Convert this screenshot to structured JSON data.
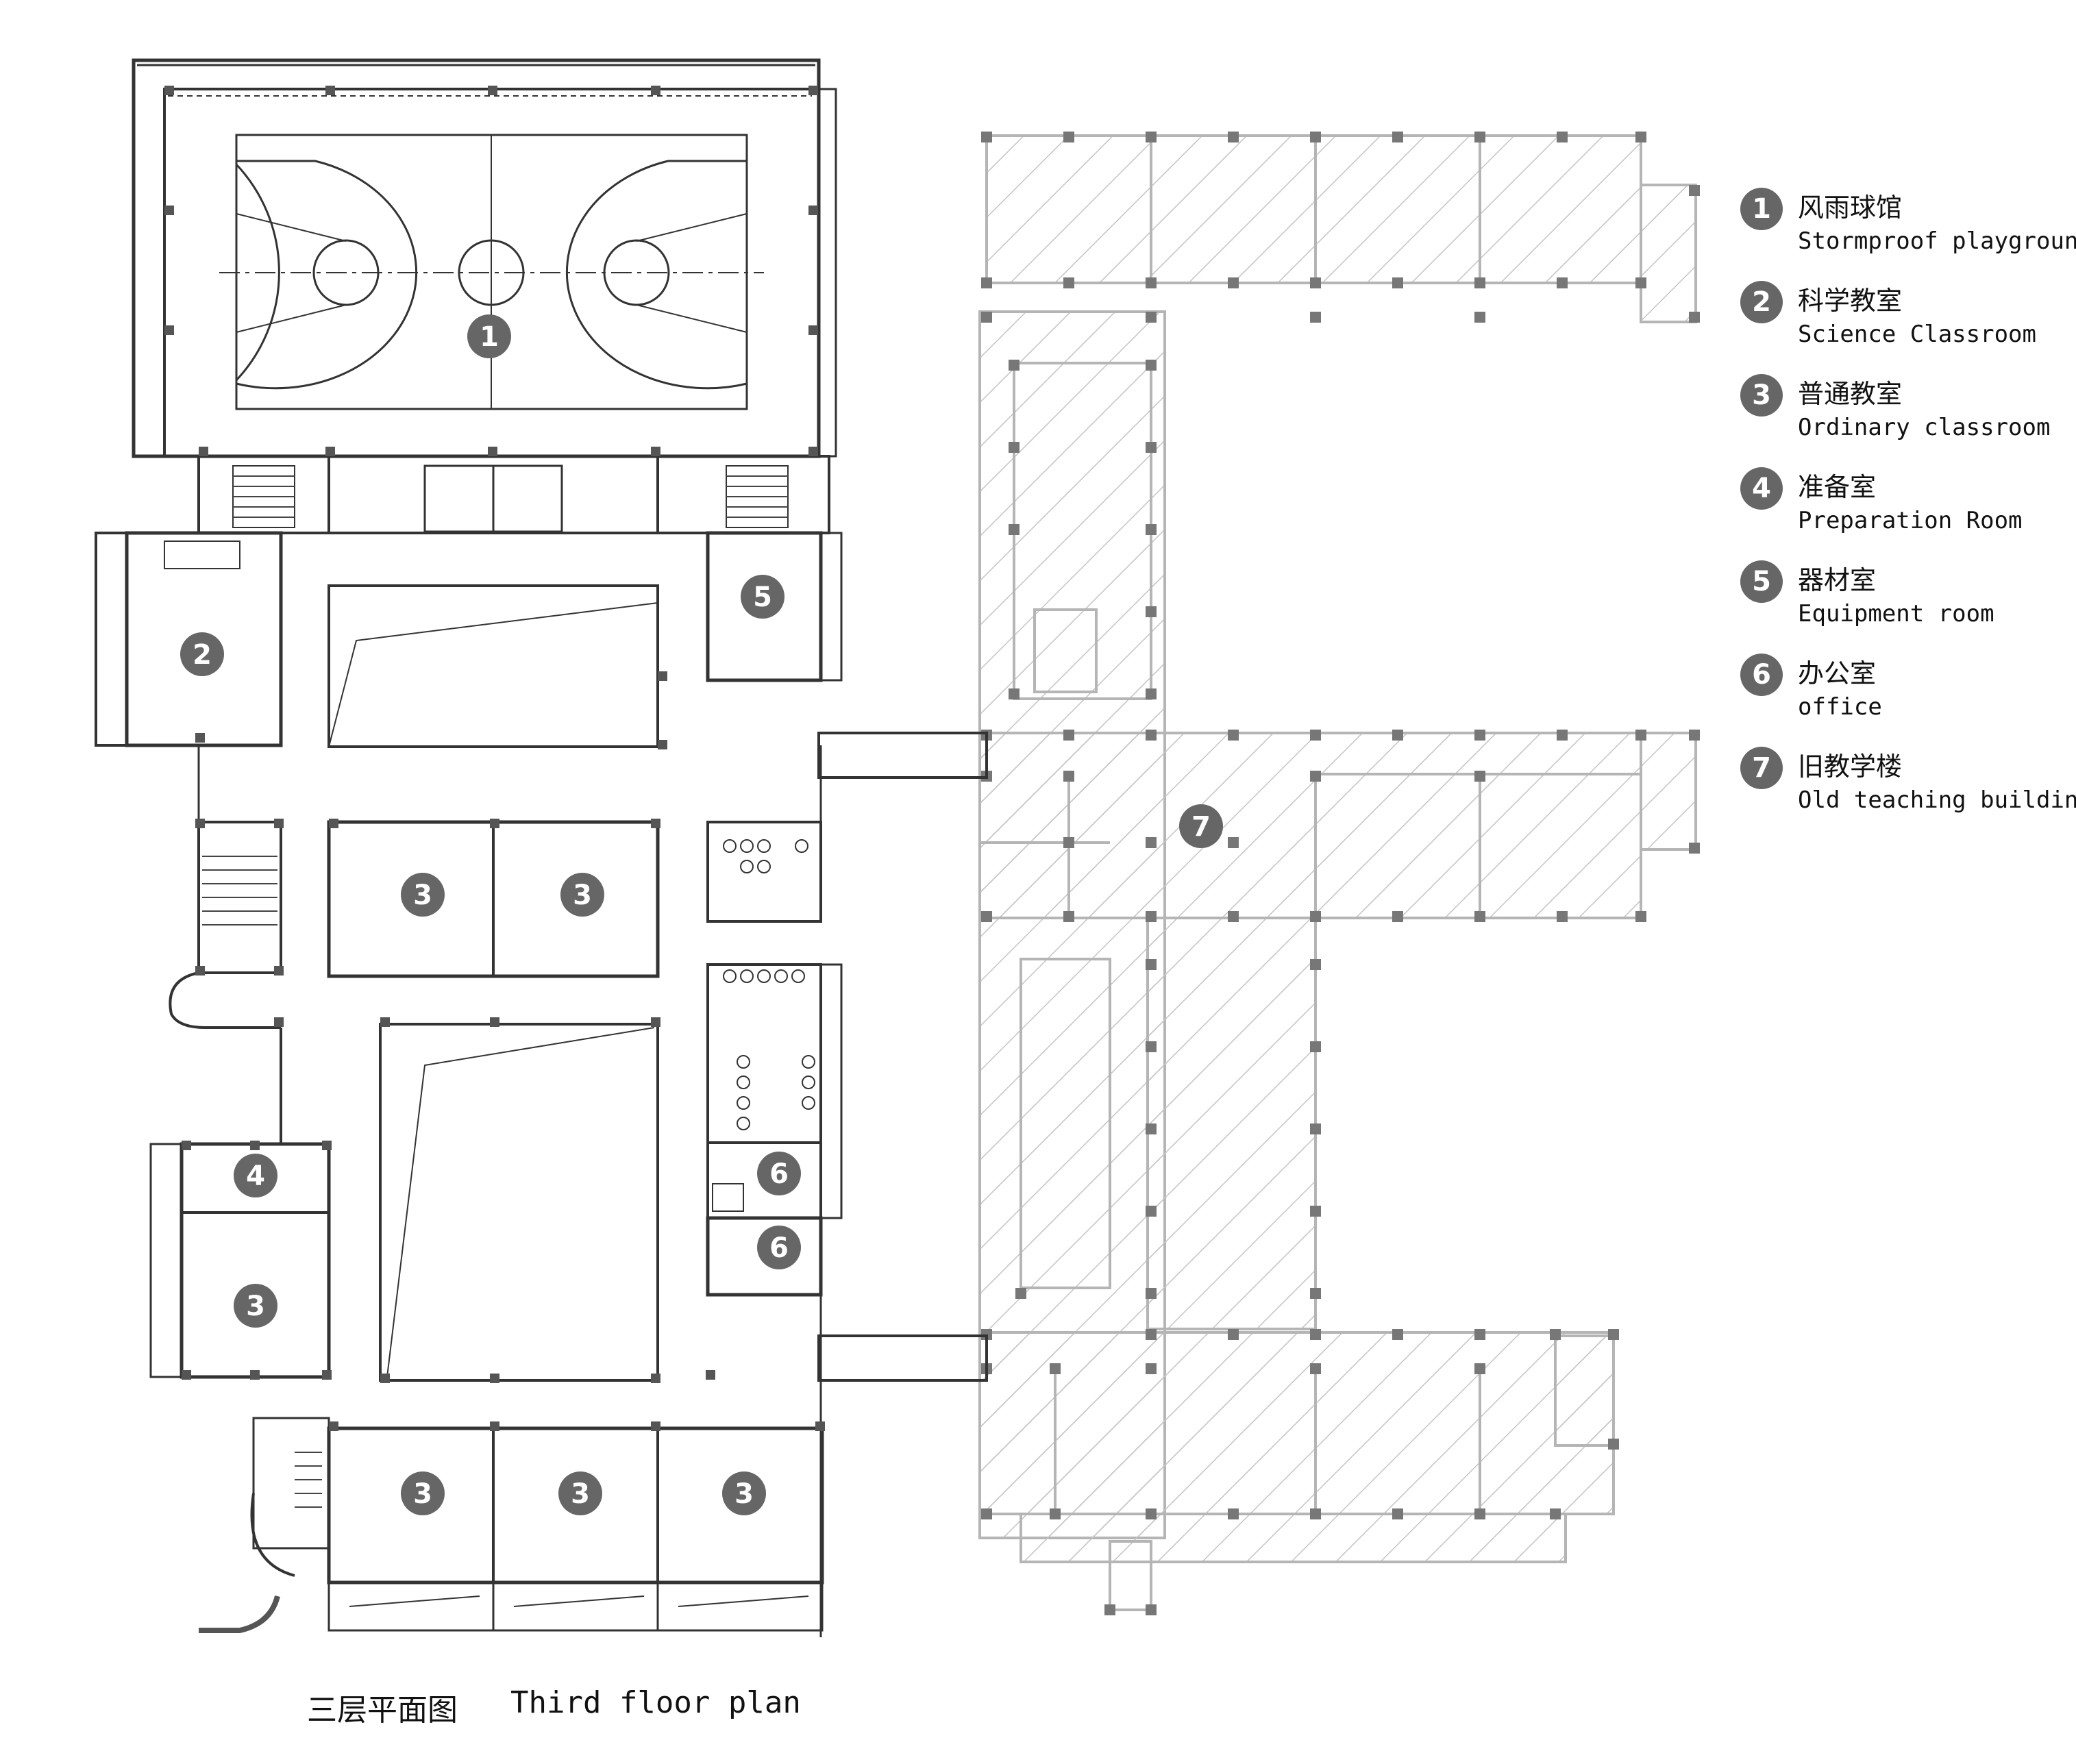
{
  "legend": [
    {
      "num": "1",
      "zh": "风雨球馆",
      "en": "Stormproof playground"
    },
    {
      "num": "2",
      "zh": "科学教室",
      "en": "Science Classroom"
    },
    {
      "num": "3",
      "zh": "普通教室",
      "en": "Ordinary classroom"
    },
    {
      "num": "4",
      "zh": "准备室",
      "en": "Preparation Room"
    },
    {
      "num": "5",
      "zh": "器材室",
      "en": "Equipment room"
    },
    {
      "num": "6",
      "zh": "办公室",
      "en": "office"
    },
    {
      "num": "7",
      "zh": "旧教学楼",
      "en": "Old teaching building"
    }
  ],
  "markers": {
    "playground": "1",
    "science": "2",
    "classroom": "3",
    "preparation": "4",
    "equipment": "5",
    "office": "6",
    "old_building": "7"
  },
  "caption": {
    "zh": "三层平面图",
    "en": "Third floor plan"
  },
  "colors": {
    "wall": "#333333",
    "marker_fill": "#666666",
    "marker_text": "#ffffff",
    "old_building_stroke": "#b5b5b5",
    "column": "#777777"
  }
}
